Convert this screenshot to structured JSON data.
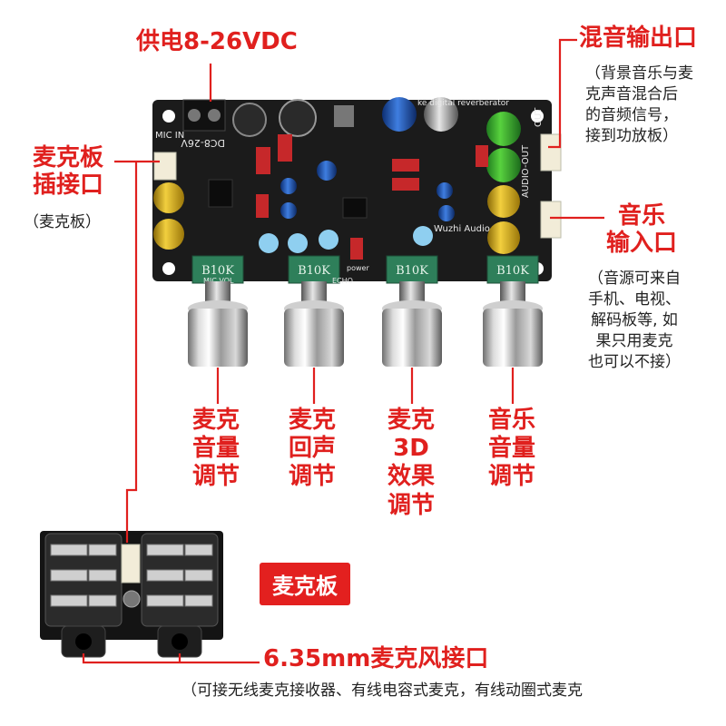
{
  "colors": {
    "accent": "#e0201e",
    "pcb": "#1b1b1b"
  },
  "labels": {
    "power": "供电8-26VDC",
    "mix_out_title": "混音输出口",
    "mix_out_note": [
      "（背景音乐与麦",
      "克声音混合后",
      "的音频信号，",
      "接到功放板）"
    ],
    "mic_board_if_title": [
      "麦克板",
      "插接口"
    ],
    "mic_board_if_note": "（麦克板）",
    "music_in_title": [
      "音乐",
      "输入口"
    ],
    "music_in_note": [
      "（音源可来自",
      "手机、电视、",
      "解码板等, 如",
      "果只用麦克",
      "也可以不接）"
    ],
    "knob_mic_vol": [
      "麦克",
      "音量",
      "调节"
    ],
    "knob_echo": [
      "麦克",
      "回声",
      "调节"
    ],
    "knob_3d": [
      "麦克",
      "3D",
      "效果",
      "调节"
    ],
    "knob_music_vol": [
      "音乐",
      "音量",
      "调节"
    ],
    "mic_board_badge": "麦克板",
    "jack_title": "6.35mm麦克风接口",
    "jack_note": "（可接无线麦克接收器、有线电容式麦克，有线动圈式麦克"
  },
  "board": {
    "pot_label": "B10K",
    "silk_top": "ke digital reverberator",
    "silk_dc": "DC8-26V",
    "silk_mic": "MIC IN",
    "silk_audio_out": "AUDIO-OUT",
    "silk_out": "OUT",
    "silk_brand": "Wuzhi Audio",
    "silk_mic_vol": "MIC VOL",
    "silk_echo": "ECHO",
    "silk_power": "power"
  }
}
